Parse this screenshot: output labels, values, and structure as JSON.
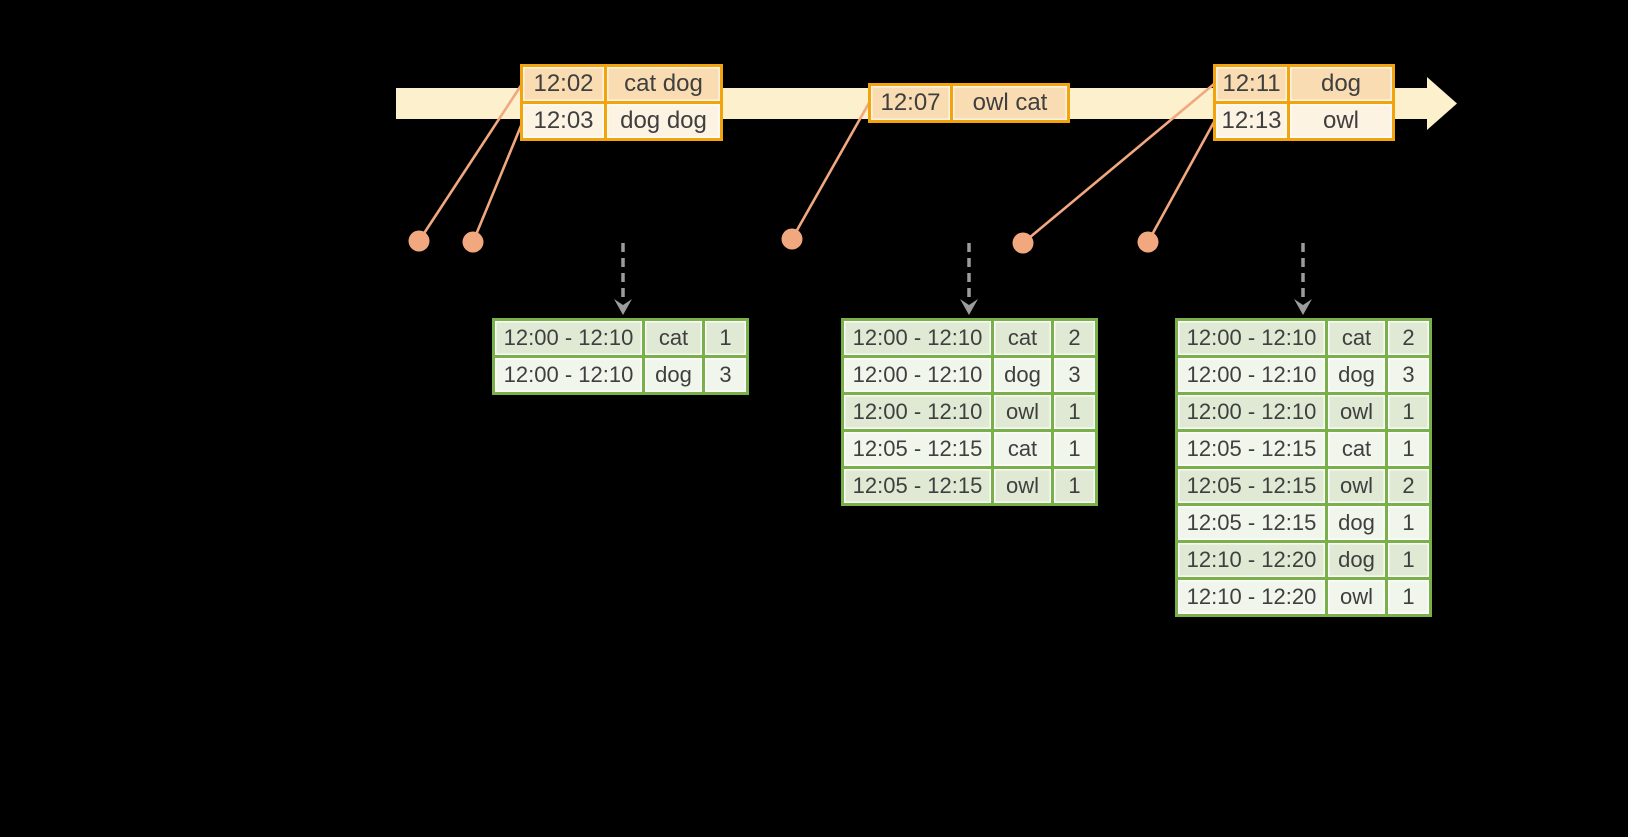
{
  "diagram": "streaming-windowed-word-counts",
  "colors": {
    "bg": "#000000",
    "band": "#FCF1CC",
    "gold": "#F2A40D",
    "peach": "#FADCB3",
    "cream": "#FDF3E3",
    "salmon": "#F2A87E",
    "green": "#79B04A",
    "gdark": "#DFE9D4",
    "glight": "#F1F6EC",
    "gray": "#9C9C9C",
    "ink": "#3F3F3F"
  },
  "events": [
    {
      "rows": [
        {
          "time": "12:02",
          "words": "cat dog"
        },
        {
          "time": "12:03",
          "words": "dog dog"
        }
      ]
    },
    {
      "rows": [
        {
          "time": "12:07",
          "words": "owl cat"
        }
      ]
    },
    {
      "rows": [
        {
          "time": "12:11",
          "words": "dog"
        },
        {
          "time": "12:13",
          "words": "owl"
        }
      ]
    }
  ],
  "result_tables": [
    {
      "rows": [
        {
          "window": "12:00 - 12:10",
          "word": "cat",
          "count": "1"
        },
        {
          "window": "12:00 - 12:10",
          "word": "dog",
          "count": "3"
        }
      ]
    },
    {
      "rows": [
        {
          "window": "12:00 - 12:10",
          "word": "cat",
          "count": "2"
        },
        {
          "window": "12:00 - 12:10",
          "word": "dog",
          "count": "3"
        },
        {
          "window": "12:00 - 12:10",
          "word": "owl",
          "count": "1"
        },
        {
          "window": "12:05 - 12:15",
          "word": "cat",
          "count": "1"
        },
        {
          "window": "12:05 - 12:15",
          "word": "owl",
          "count": "1"
        }
      ]
    },
    {
      "rows": [
        {
          "window": "12:00 - 12:10",
          "word": "cat",
          "count": "2"
        },
        {
          "window": "12:00 - 12:10",
          "word": "dog",
          "count": "3"
        },
        {
          "window": "12:00 - 12:10",
          "word": "owl",
          "count": "1"
        },
        {
          "window": "12:05 - 12:15",
          "word": "cat",
          "count": "1"
        },
        {
          "window": "12:05 - 12:15",
          "word": "owl",
          "count": "2"
        },
        {
          "window": "12:05 - 12:15",
          "word": "dog",
          "count": "1"
        },
        {
          "window": "12:10 - 12:20",
          "word": "dog",
          "count": "1"
        },
        {
          "window": "12:10 - 12:20",
          "word": "owl",
          "count": "1"
        }
      ]
    }
  ]
}
